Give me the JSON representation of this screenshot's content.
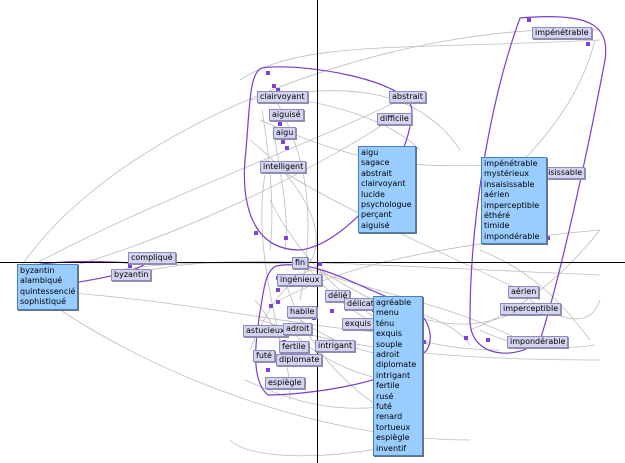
{
  "labels": {
    "impenetrable": "impénétrable",
    "clairvoyant": "clairvoyant",
    "aiguise": "aiguisé",
    "aigu": "aigu",
    "intelligent": "intelligent",
    "abstrait": "abstrait",
    "difficile": "difficile",
    "saisissable": "saisissable",
    "complique": "compliqué",
    "byzantin": "byzantin",
    "fin": "fin",
    "ingenieux": "ingénieux",
    "delie": "délié",
    "delicat": "délicat",
    "habile": "habile",
    "exquis": "exquis",
    "astucieux": "astucieux",
    "adroit": "adroit",
    "fertile": "fertile",
    "intrigant": "intrigant",
    "fute": "futé",
    "diplomate": "diplomate",
    "espiegle": "espiègle",
    "aerien": "aérien",
    "imperceptible": "imperceptible",
    "imponderable": "impondérable"
  },
  "boxes": {
    "left": [
      "byzantin",
      "alambiqué",
      "quintessencié",
      "sophistiqué"
    ],
    "center": [
      "aigu",
      "sagace",
      "abstrait",
      "clairvoyant",
      "lucide",
      "psychologue",
      "perçant",
      "aiguisé"
    ],
    "right": [
      "impénétrable",
      "mystérieux",
      "insaisissable",
      "aérien",
      "imperceptible",
      "éthéré",
      "timide",
      "impondérable"
    ],
    "bottom": [
      "agréable",
      "menu",
      "ténu",
      "exquis",
      "souple",
      "adroit",
      "diplomate",
      "intrigant",
      "fertile",
      "rusé",
      "futé",
      "renard",
      "tortueux",
      "espiègle",
      "inventif"
    ]
  },
  "colors": {
    "hull": "#7a3ec8",
    "edge": "#bdbdbd",
    "axis": "#000000",
    "box": "#99ccff",
    "label": "#d4d4f0"
  }
}
